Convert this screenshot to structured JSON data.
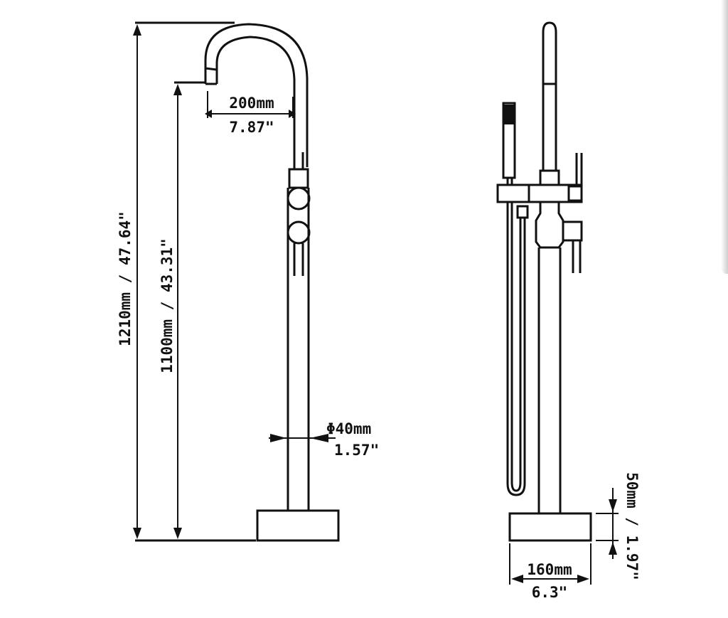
{
  "front_view": {
    "total_height": "1210mm / 47.64\"",
    "spout_height": "1100mm / 43.31\"",
    "spout_reach_mm": "200mm",
    "spout_reach_in": "7.87\"",
    "pipe_diameter_mm": "Φ40mm",
    "pipe_diameter_in": "1.57\""
  },
  "side_view": {
    "base_height": "50mm / 1.97\"",
    "base_width_mm": "160mm",
    "base_width_in": "6.3\""
  }
}
